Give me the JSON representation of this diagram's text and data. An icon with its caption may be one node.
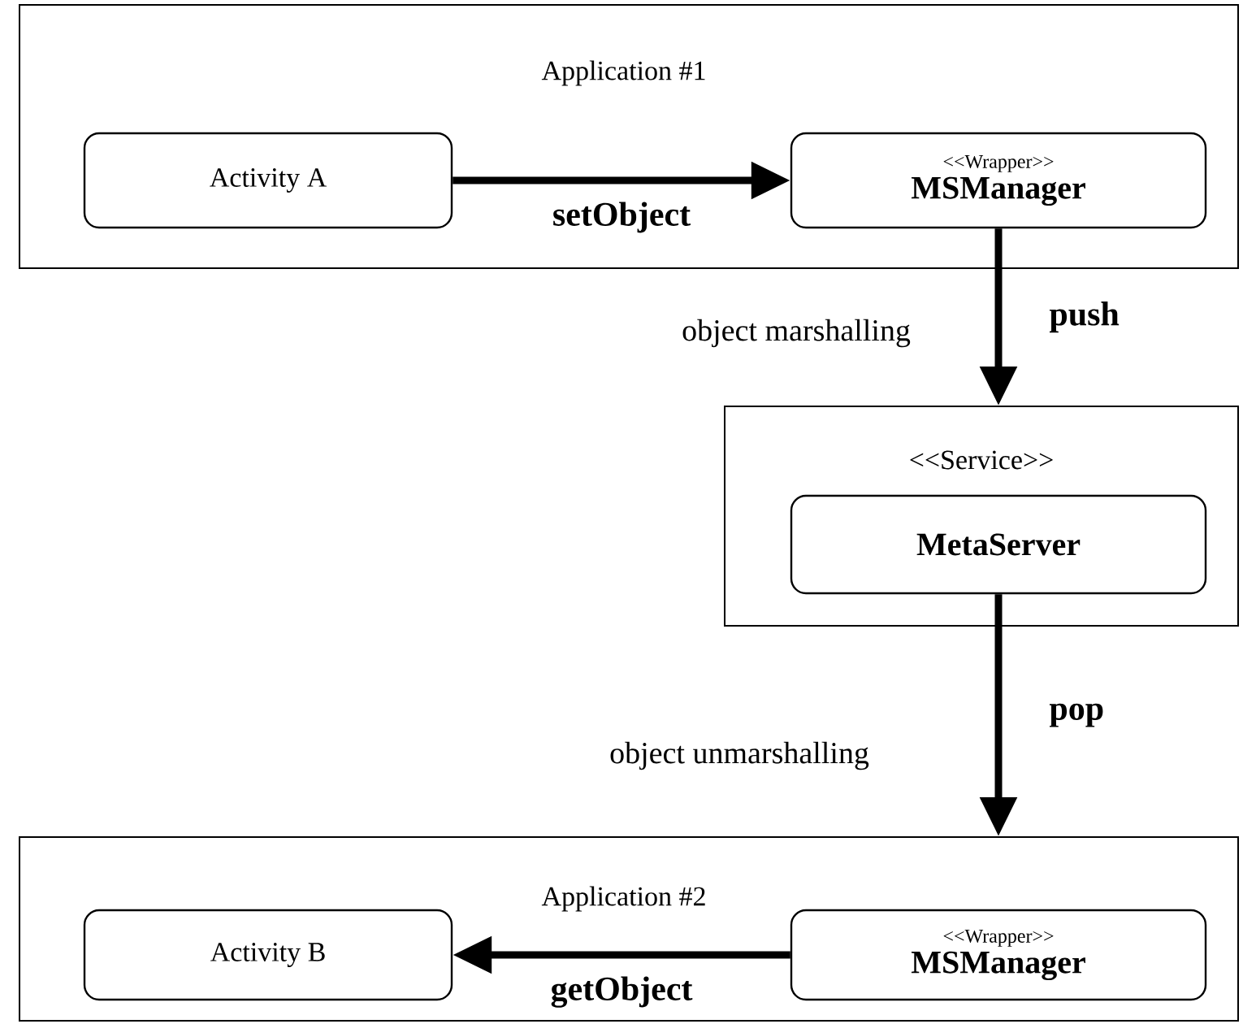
{
  "diagram": {
    "nodes": [
      {
        "text": [
          "Application #1"
        ]
      },
      {
        "text": [
          "Activity A"
        ],
        "in": 0
      },
      {
        "text": [
          "<<Wrapper>>",
          "MSManager"
        ],
        "in": 0
      },
      {
        "text": [
          "<<Service>>"
        ]
      },
      {
        "text": [
          "MetaServer"
        ],
        "in": 3
      },
      {
        "text": [
          "Application #2"
        ]
      },
      {
        "text": [
          "Activity B"
        ],
        "in": 5
      },
      {
        "text": [
          "<<Wrapper>>",
          "MSManager"
        ],
        "in": 5
      }
    ],
    "edges": [
      {
        "from": 1,
        "to": 2,
        "arrow": "to",
        "label": "setObject"
      },
      {
        "from": 2,
        "to": 3,
        "arrow": "to",
        "label": "push"
      },
      {
        "from": 4,
        "to": 5,
        "arrow": "to",
        "label": "pop"
      },
      {
        "from": 7,
        "to": 6,
        "arrow": "to",
        "label": "getObject"
      }
    ],
    "labels": [
      "object marshalling",
      "object unmarshalling"
    ]
  }
}
